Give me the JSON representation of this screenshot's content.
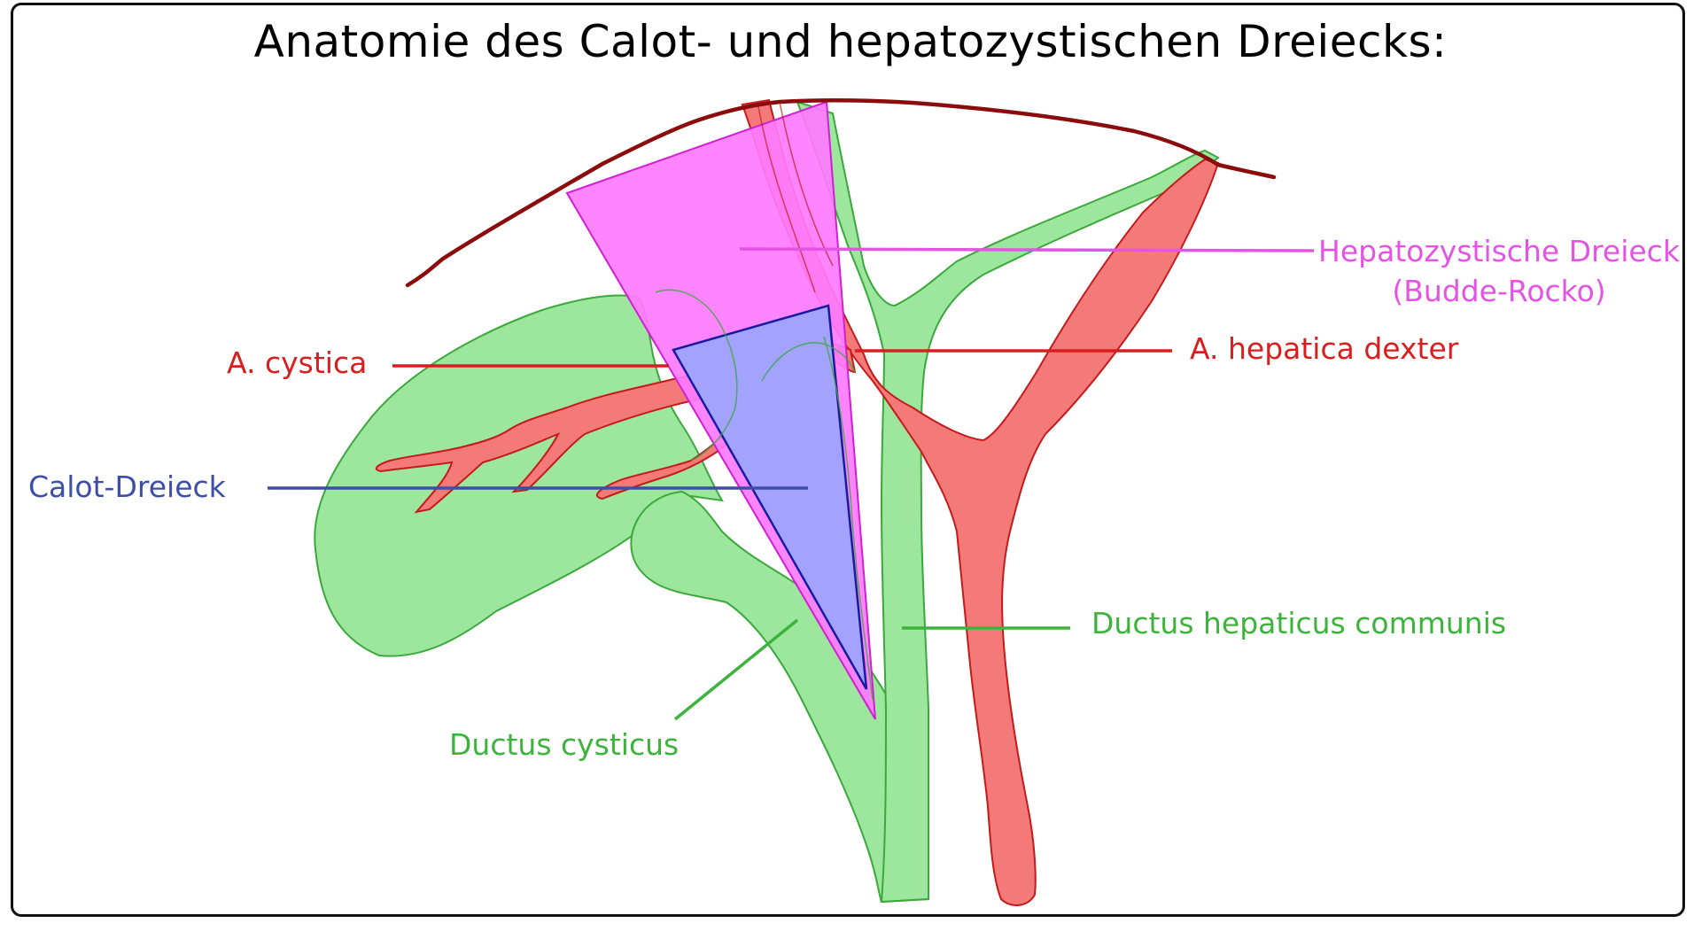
{
  "title": "Anatomie des Calot- und hepatozystischen Dreiecks:",
  "labels": {
    "hepatozystisch_line1": "Hepatozystische Dreieck",
    "hepatozystisch_line2": "(Budde-Rocko)",
    "a_cystica": "A. cystica",
    "a_hepatica_dexter": "A. hepatica dexter",
    "calot_dreieck": "Calot-Dreieck",
    "ductus_hepaticus_communis": "Ductus hepaticus communis",
    "ductus_cysticus": "Ductus cysticus"
  },
  "colors": {
    "frame": "#111111",
    "liver_edge": "#8b0c0c",
    "duct_fill": "#9de69d",
    "duct_stroke": "#3aa83a",
    "artery_fill": "#f47a7a",
    "artery_stroke": "#c41a1a",
    "hepatocystic_fill": "#ff7aff",
    "hepatocystic_stroke": "#d020d0",
    "calot_fill": "#9ea4ff",
    "calot_stroke": "#1a1aa0",
    "label_pink": "#e454e4",
    "label_red": "#d81e1e",
    "label_blue": "#3c4ea8",
    "label_green": "#3cb43c"
  }
}
